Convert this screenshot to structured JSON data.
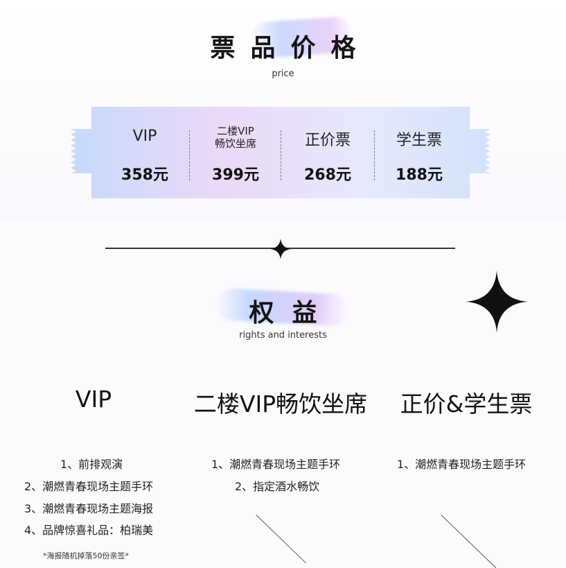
{
  "price_section": {
    "title": "票品价格",
    "subtitle": "price",
    "tickets": [
      {
        "name": "VIP",
        "price": "358元"
      },
      {
        "name_line1": "二楼VIP",
        "name_line2": "畅饮坐席",
        "price": "399元"
      },
      {
        "name": "正价票",
        "price": "268元"
      },
      {
        "name": "学生票",
        "price": "188元"
      }
    ]
  },
  "rights_section": {
    "title": "权益",
    "subtitle": "rights and interests",
    "columns": [
      {
        "title": "VIP",
        "benefits": [
          "1、前排观演",
          "2、潮燃青春现场主题手环",
          "3、潮燃青春现场主题海报",
          "4、品牌惊喜礼品：柏瑞美"
        ],
        "note": "*海报随机掉落50份亲签*"
      },
      {
        "title": "二楼VIP畅饮坐席",
        "benefits": [
          "1、潮燃青春现场主题手环",
          "2、指定酒水畅饮"
        ]
      },
      {
        "title": "正价&学生票",
        "benefits": [
          "1、潮燃青春现场主题手环"
        ]
      }
    ]
  },
  "colors": {
    "ticket_left": "#c9dcfb",
    "ticket_mid": "#eedff8",
    "ticket_right": "#d6e4fb",
    "text": "#141414"
  },
  "icons": [
    "sparkle-star-icon",
    "sparkle-star-large-icon"
  ]
}
